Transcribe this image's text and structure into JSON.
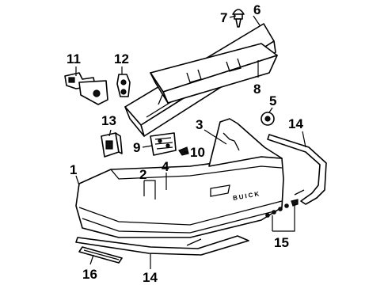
{
  "callouts": {
    "c1": "1",
    "c2": "2",
    "c3": "3",
    "c4": "4",
    "c5": "5",
    "c6": "6",
    "c7": "7",
    "c8": "8",
    "c9": "9",
    "c10": "10",
    "c11": "11",
    "c12": "12",
    "c13": "13",
    "c14a": "14",
    "c14b": "14",
    "c15": "15",
    "c16": "16"
  },
  "emblem_text": "BUICK"
}
